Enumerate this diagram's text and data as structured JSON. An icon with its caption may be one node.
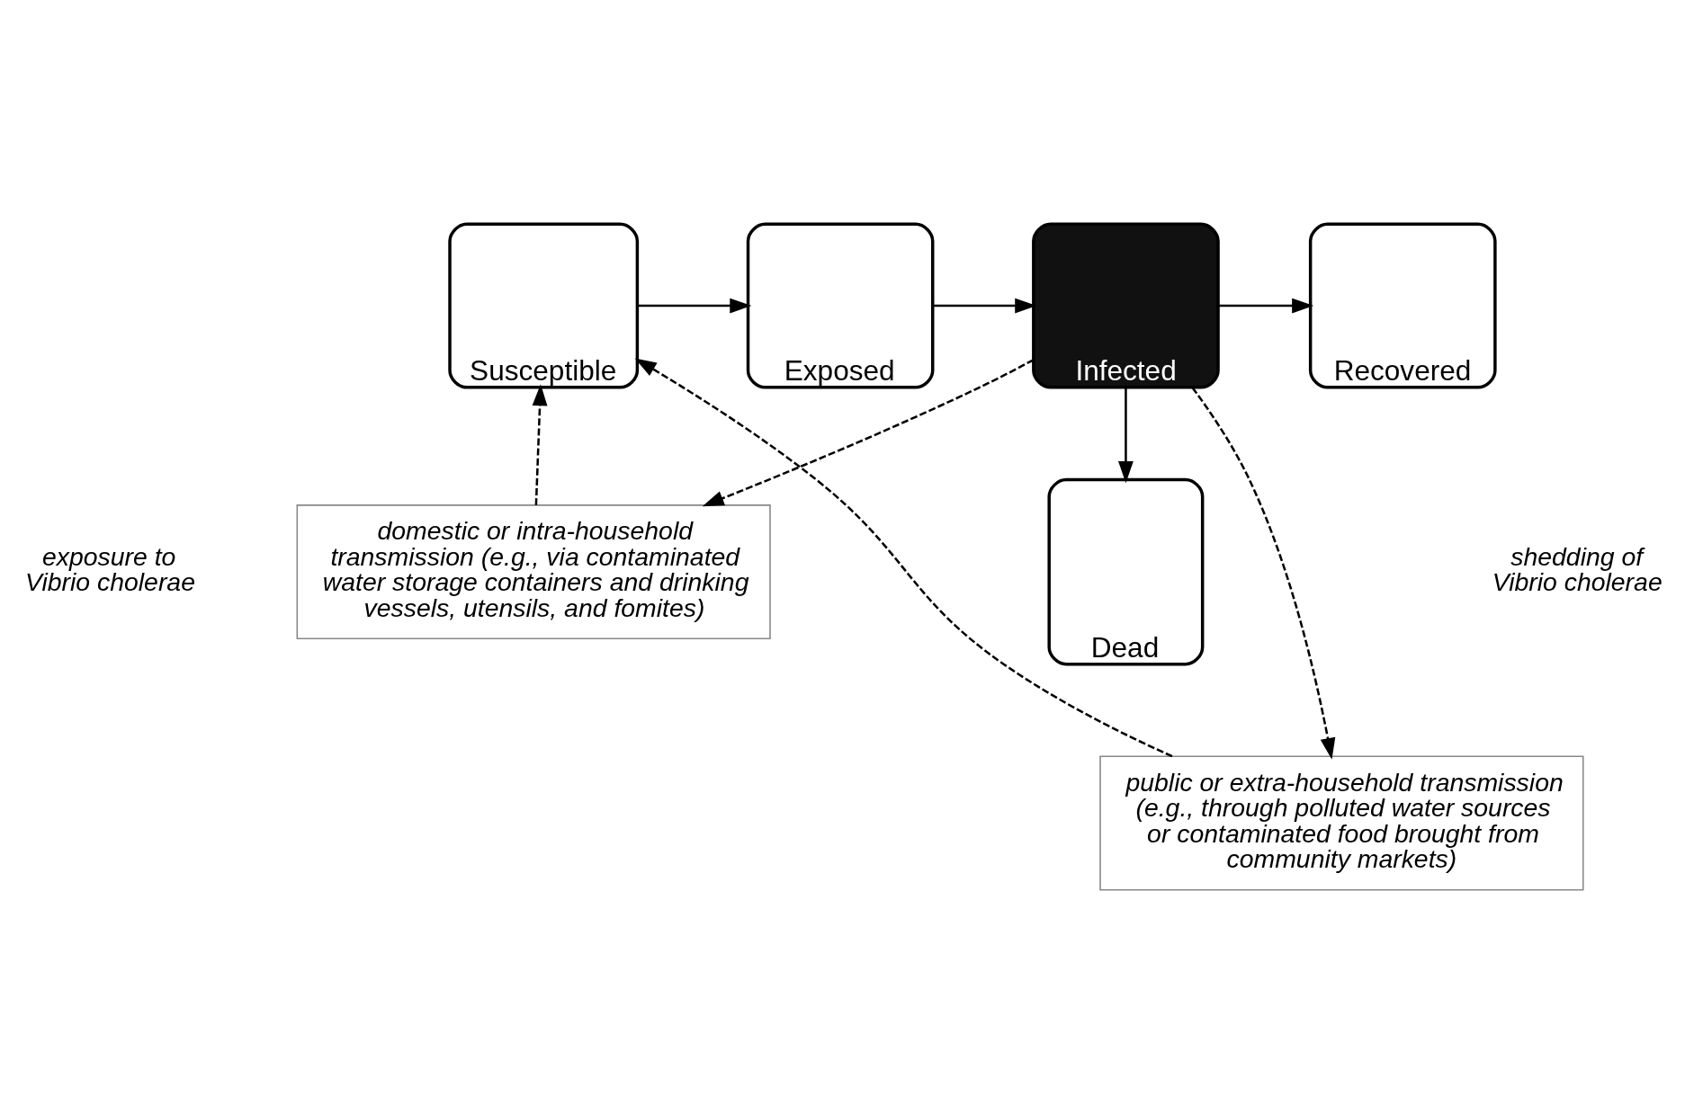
{
  "diagram": {
    "nodes": [
      {
        "text": [
          "Susceptible"
        ]
      },
      {
        "text": [
          "Exposed"
        ]
      },
      {
        "text": [
          "Infected"
        ]
      },
      {
        "text": [
          "Recovered"
        ]
      },
      {
        "text": [
          "Dead"
        ]
      },
      {
        "text": [
          "domestic or intra-household transmission (e.g., via contaminated water storage containers and drinking vessels, utensils, and fomites)"
        ]
      },
      {
        "text": [
          "public or extra-household transmission (e.g., through polluted water sources or contaminated food brought from community markets)"
        ]
      }
    ],
    "edges": [
      {
        "from": 0,
        "to": 1,
        "arrow": "to"
      },
      {
        "from": 1,
        "to": 2,
        "arrow": "to"
      },
      {
        "from": 2,
        "to": 3,
        "arrow": "to"
      },
      {
        "from": 2,
        "to": 4,
        "arrow": "to"
      },
      {
        "from": 2,
        "to": 5,
        "arrow": "to",
        "style": "dashed"
      },
      {
        "from": 2,
        "to": 6,
        "arrow": "to",
        "style": "dashed"
      },
      {
        "from": 5,
        "to": 0,
        "arrow": "to",
        "style": "dashed"
      },
      {
        "from": 6,
        "to": 0,
        "arrow": "to",
        "style": "dashed"
      }
    ],
    "labels": [
      "exposure to Vibrio cholerae",
      "shedding of Vibrio cholerae"
    ]
  }
}
